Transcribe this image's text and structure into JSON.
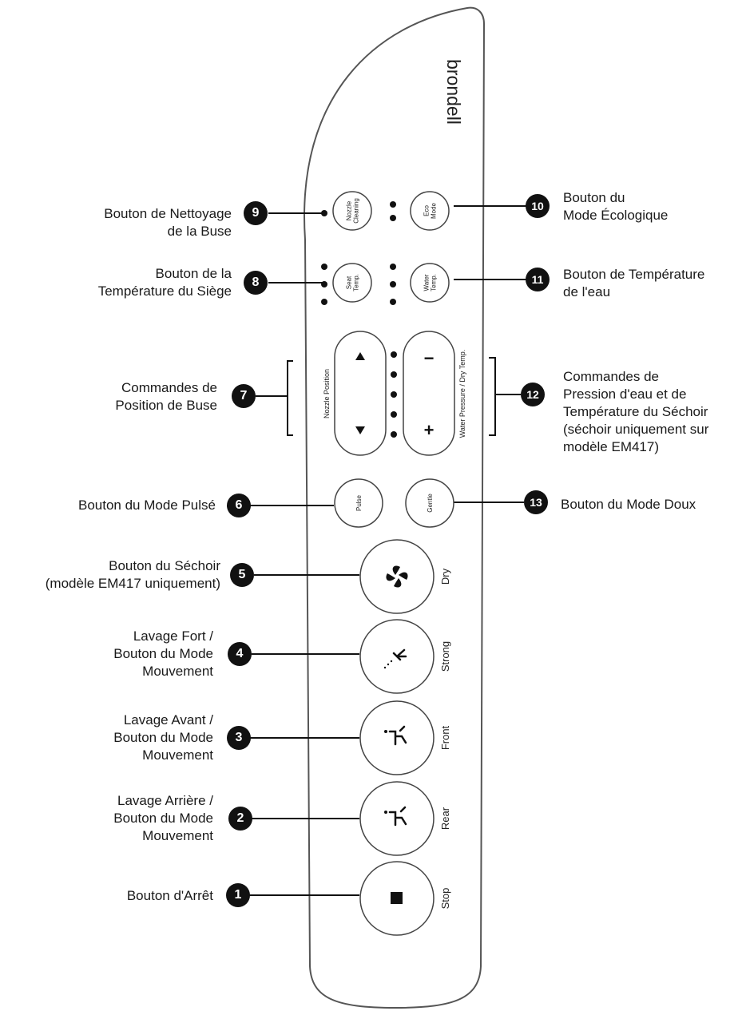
{
  "brand": "brondell",
  "remote": {
    "small_buttons": {
      "nozzle_cleaning": "Nozzle\nCleaning",
      "eco_mode": "Eco\nMode",
      "seat_temp": "Seat\nTemp.",
      "water_temp": "Water\nTemp.",
      "pulse": "Pulse",
      "gentle": "Gentle"
    },
    "nozzle_position_label": "Nozzle Position",
    "pressure_label": "Water Pressure / Dry Temp.",
    "minus_symbol": "−",
    "plus_symbol": "+",
    "big_buttons": {
      "dry": "Dry",
      "strong": "Strong",
      "front": "Front",
      "rear": "Rear",
      "stop": "Stop"
    }
  },
  "callouts": [
    {
      "num": "1",
      "text": "Bouton d'Arrêt"
    },
    {
      "num": "2",
      "text": "Lavage Arrière /\nBouton du Mode\nMouvement"
    },
    {
      "num": "3",
      "text": "Lavage Avant /\nBouton du Mode\nMouvement"
    },
    {
      "num": "4",
      "text": "Lavage Fort /\nBouton du Mode\nMouvement"
    },
    {
      "num": "5",
      "text": "Bouton du Séchoir\n(modèle EM417 uniquement)"
    },
    {
      "num": "6",
      "text": "Bouton du Mode Pulsé"
    },
    {
      "num": "7",
      "text": "Commandes de\nPosition de Buse"
    },
    {
      "num": "8",
      "text": "Bouton de la\nTempérature du Siège"
    },
    {
      "num": "9",
      "text": "Bouton de Nettoyage\nde la Buse"
    },
    {
      "num": "10",
      "text": "Bouton du\nMode Écologique"
    },
    {
      "num": "11",
      "text": "Bouton de Température\nde l'eau"
    },
    {
      "num": "12",
      "text": "Commandes de\nPression d'eau et de\nTempérature du Séchoir\n(séchoir uniquement sur\nmodèle EM417)"
    },
    {
      "num": "13",
      "text": "Bouton du Mode Doux"
    }
  ]
}
